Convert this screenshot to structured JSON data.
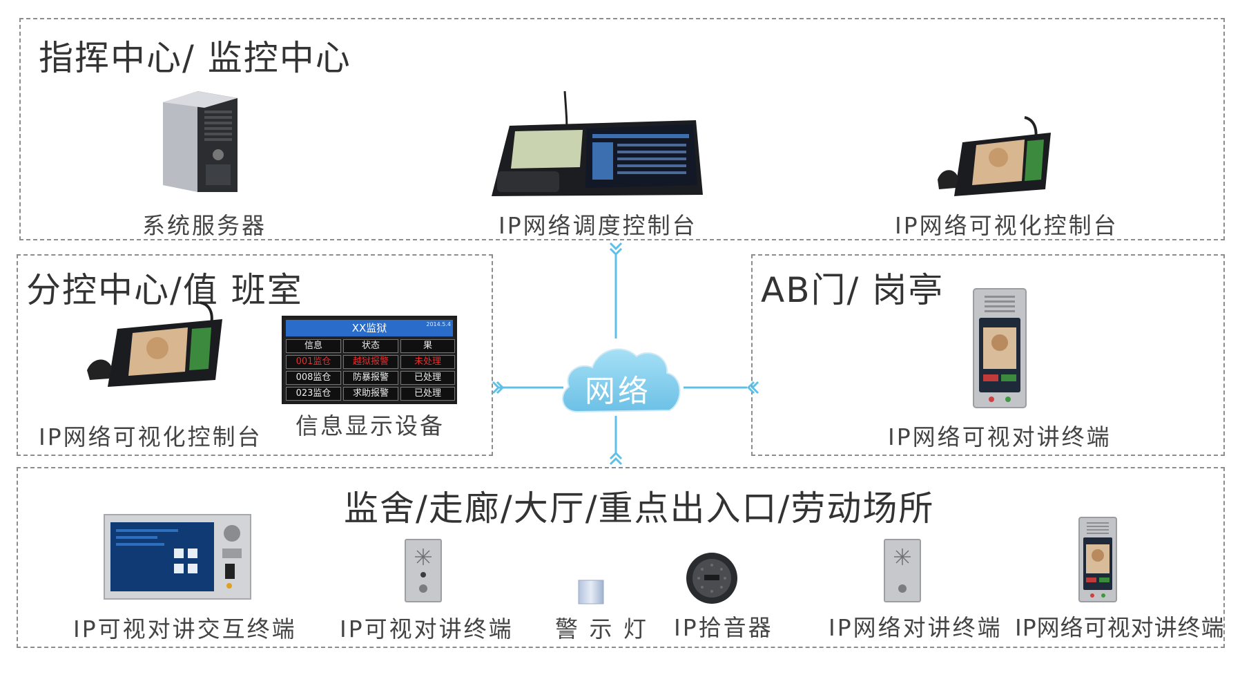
{
  "zones": {
    "command": {
      "title": "指挥中心/ 监控中心"
    },
    "branch": {
      "title": "分控中心/值 班室"
    },
    "gate": {
      "title": "AB门/ 岗亭"
    },
    "field": {
      "title": "监舍/走廊/大厅/重点出入口/劳动场所"
    }
  },
  "network": {
    "label": "网络"
  },
  "devices": {
    "server": {
      "label": "系统服务器",
      "icon": "tower-server-icon"
    },
    "dispatch_console": {
      "label": "IP网络调度控制台",
      "icon": "dispatch-console-icon"
    },
    "visual_console_top": {
      "label": "IP网络可视化控制台",
      "icon": "video-console-icon"
    },
    "visual_console_branch": {
      "label": "IP网络可视化控制台",
      "icon": "video-console-icon"
    },
    "info_display": {
      "label": "信息显示设备",
      "icon": "display-screen-icon"
    },
    "gate_intercom": {
      "label": "IP网络可视对讲终端",
      "icon": "video-intercom-icon"
    },
    "interactive_terminal": {
      "label": "IP可视对讲交互终端",
      "icon": "interactive-panel-icon"
    },
    "visual_intercom": {
      "label": "IP可视对讲终端",
      "icon": "intercom-panel-icon"
    },
    "warning_light": {
      "label": "警 示 灯",
      "icon": "warning-light-icon"
    },
    "pickup": {
      "label": "IP拾音器",
      "icon": "microphone-pickup-icon"
    },
    "network_intercom": {
      "label": "IP网络对讲终端",
      "icon": "intercom-panel-icon"
    },
    "network_video_intercom": {
      "label": "IP网络可视对讲终端",
      "icon": "video-intercom-icon"
    }
  },
  "display_screen": {
    "title": "XX监狱",
    "date": "2014.5.4",
    "headers": [
      "信息",
      "状态",
      "果"
    ],
    "rows": [
      [
        "001监仓",
        "越狱报警",
        "未处理"
      ],
      [
        "008监仓",
        "防暴报警",
        "已处理"
      ],
      [
        "023监仓",
        "求助报警",
        "已处理"
      ]
    ]
  },
  "colors": {
    "border": "#8c8c8c",
    "connector": "#5cc0e8",
    "cloud": "#8fd3f0",
    "alert_text": "#e23030"
  }
}
